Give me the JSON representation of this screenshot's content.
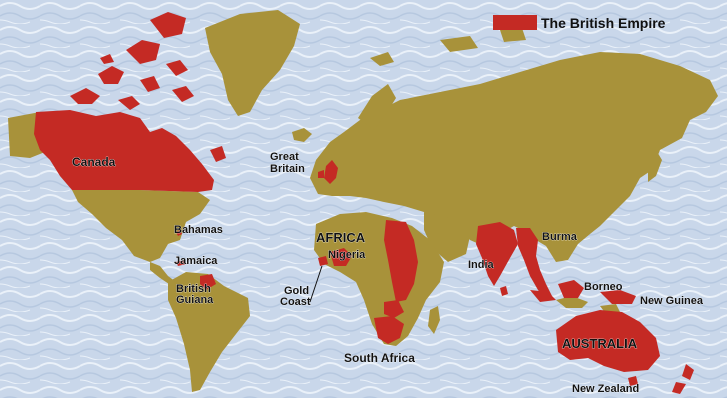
{
  "legend": {
    "label": "The British Empire",
    "swatch_color": "#c42a24"
  },
  "colors": {
    "ocean": "#c9d7ea",
    "ocean_swirl": "#e9f0f8",
    "land": "#a8923a",
    "empire": "#c42a24",
    "border": "#ffffff"
  },
  "labels": {
    "canada": "Canada",
    "great_britain_line1": "Great",
    "great_britain_line2": "Britain",
    "bahamas": "Bahamas",
    "jamaica": "Jamaica",
    "british_guiana_line1": "British",
    "british_guiana_line2": "Guiana",
    "africa": "AFRICA",
    "nigeria": "Nigeria",
    "gold_coast_line1": "Gold",
    "gold_coast_line2": "Coast",
    "south_africa": "South Africa",
    "india": "India",
    "burma": "Burma",
    "borneo": "Borneo",
    "new_guinea": "New Guinea",
    "australia": "AUSTRALIA",
    "new_zealand": "New Zealand"
  }
}
